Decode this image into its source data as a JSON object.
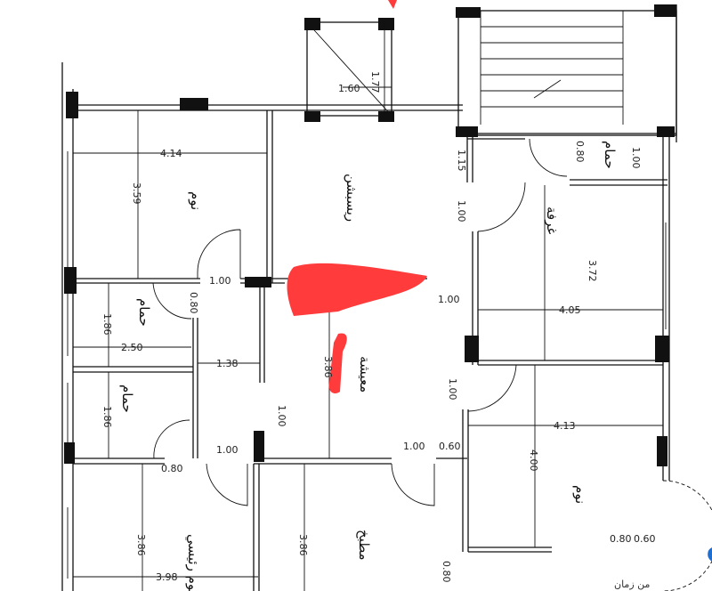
{
  "rooms": {
    "bedroom_1": "نوم",
    "reception": "ريسبشن",
    "bath_1": "حمام",
    "bath_2": "حمام",
    "bath_3": "حمام",
    "living": "معيشة",
    "room_right": "غرفة",
    "bedroom_right": "نوم",
    "master_bedroom": "نوم رئيسي",
    "kitchen": "مطبخ"
  },
  "dimensions": {
    "shaft_h": "1.77",
    "shaft_w": "1.60",
    "bed1_w": "4.14",
    "bed1_h": "3.59",
    "door_1": "1.00",
    "bath1_door": "0.80",
    "bath1_h": "1.86",
    "bath1_w": "2.50",
    "corr_w": "1.38",
    "bath2_h": "1.86",
    "corr_door": "1.00",
    "door_2": "1.00",
    "door_3": "0.80",
    "master_h": "3.86",
    "master_w": "3.98",
    "living_h": "3.86",
    "kitchen_h": "3.86",
    "entry_115": "1.15",
    "door_right": "1.00",
    "bath3_door": "0.80",
    "bath3_h": "1.00",
    "room_right_h": "3.72",
    "room_right_w": "4.05",
    "door_mid": "1.00",
    "door_lower": "1.00",
    "bedr_w": "4.13",
    "bedr_h": "4.00",
    "door_k1": "1.00",
    "door_k2": "0.60",
    "bottom_1": "0.80",
    "bottom_2": "0.60",
    "kitchen_door": "0.80"
  },
  "watermark": {
    "title": "وينك؟",
    "subtitle": "من زمان"
  },
  "colors": {
    "annotation": "#ff3b3b",
    "watermark": "#1f6fd1"
  }
}
